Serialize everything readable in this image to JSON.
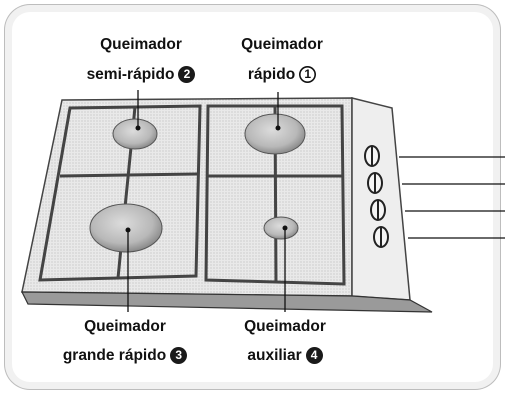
{
  "labels": {
    "semi_rapido": {
      "line1": "Queimador",
      "line2": "semi-rápido",
      "number": "2"
    },
    "rapido": {
      "line1": "Queimador",
      "line2": "rápido",
      "number": "1"
    },
    "grande_rapido": {
      "line1": "Queimador",
      "line2": "grande rápido",
      "number": "3"
    },
    "auxiliar": {
      "line1": "Queimador",
      "line2": "auxiliar",
      "number": "4"
    }
  },
  "knob_count": 4,
  "colors": {
    "burner": "#c8c8c8",
    "grid": "#555555",
    "hob": "#ececec"
  }
}
